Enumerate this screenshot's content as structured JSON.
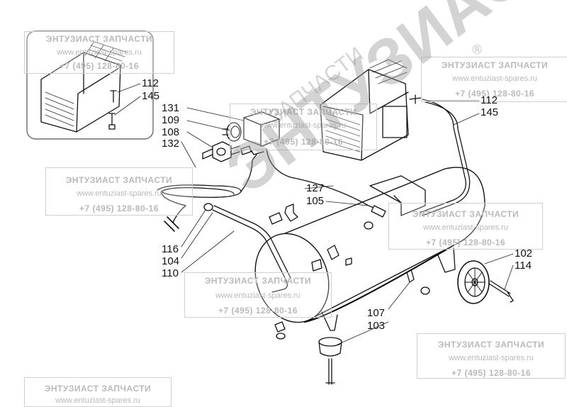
{
  "watermark": {
    "title": "ЭНТУЗИАСТ ЗАПЧАСТИ",
    "url": "www.entuziast-spares.ru",
    "phone": "+7 (495) 128-80-16",
    "big_text": "ЭНТУЗИАСТ",
    "big_sub": "ЗАПЧАСТИ",
    "reg": "®"
  },
  "labels": {
    "inset_112": "112",
    "inset_145": "145",
    "l131": "131",
    "l109": "109",
    "l108": "108",
    "l132": "132",
    "right_112": "112",
    "right_145": "145",
    "l127": "127",
    "l105": "105",
    "l116": "116",
    "l104": "104",
    "l110": "110",
    "l102": "102",
    "l114": "114",
    "l107": "107",
    "l103": "103"
  }
}
